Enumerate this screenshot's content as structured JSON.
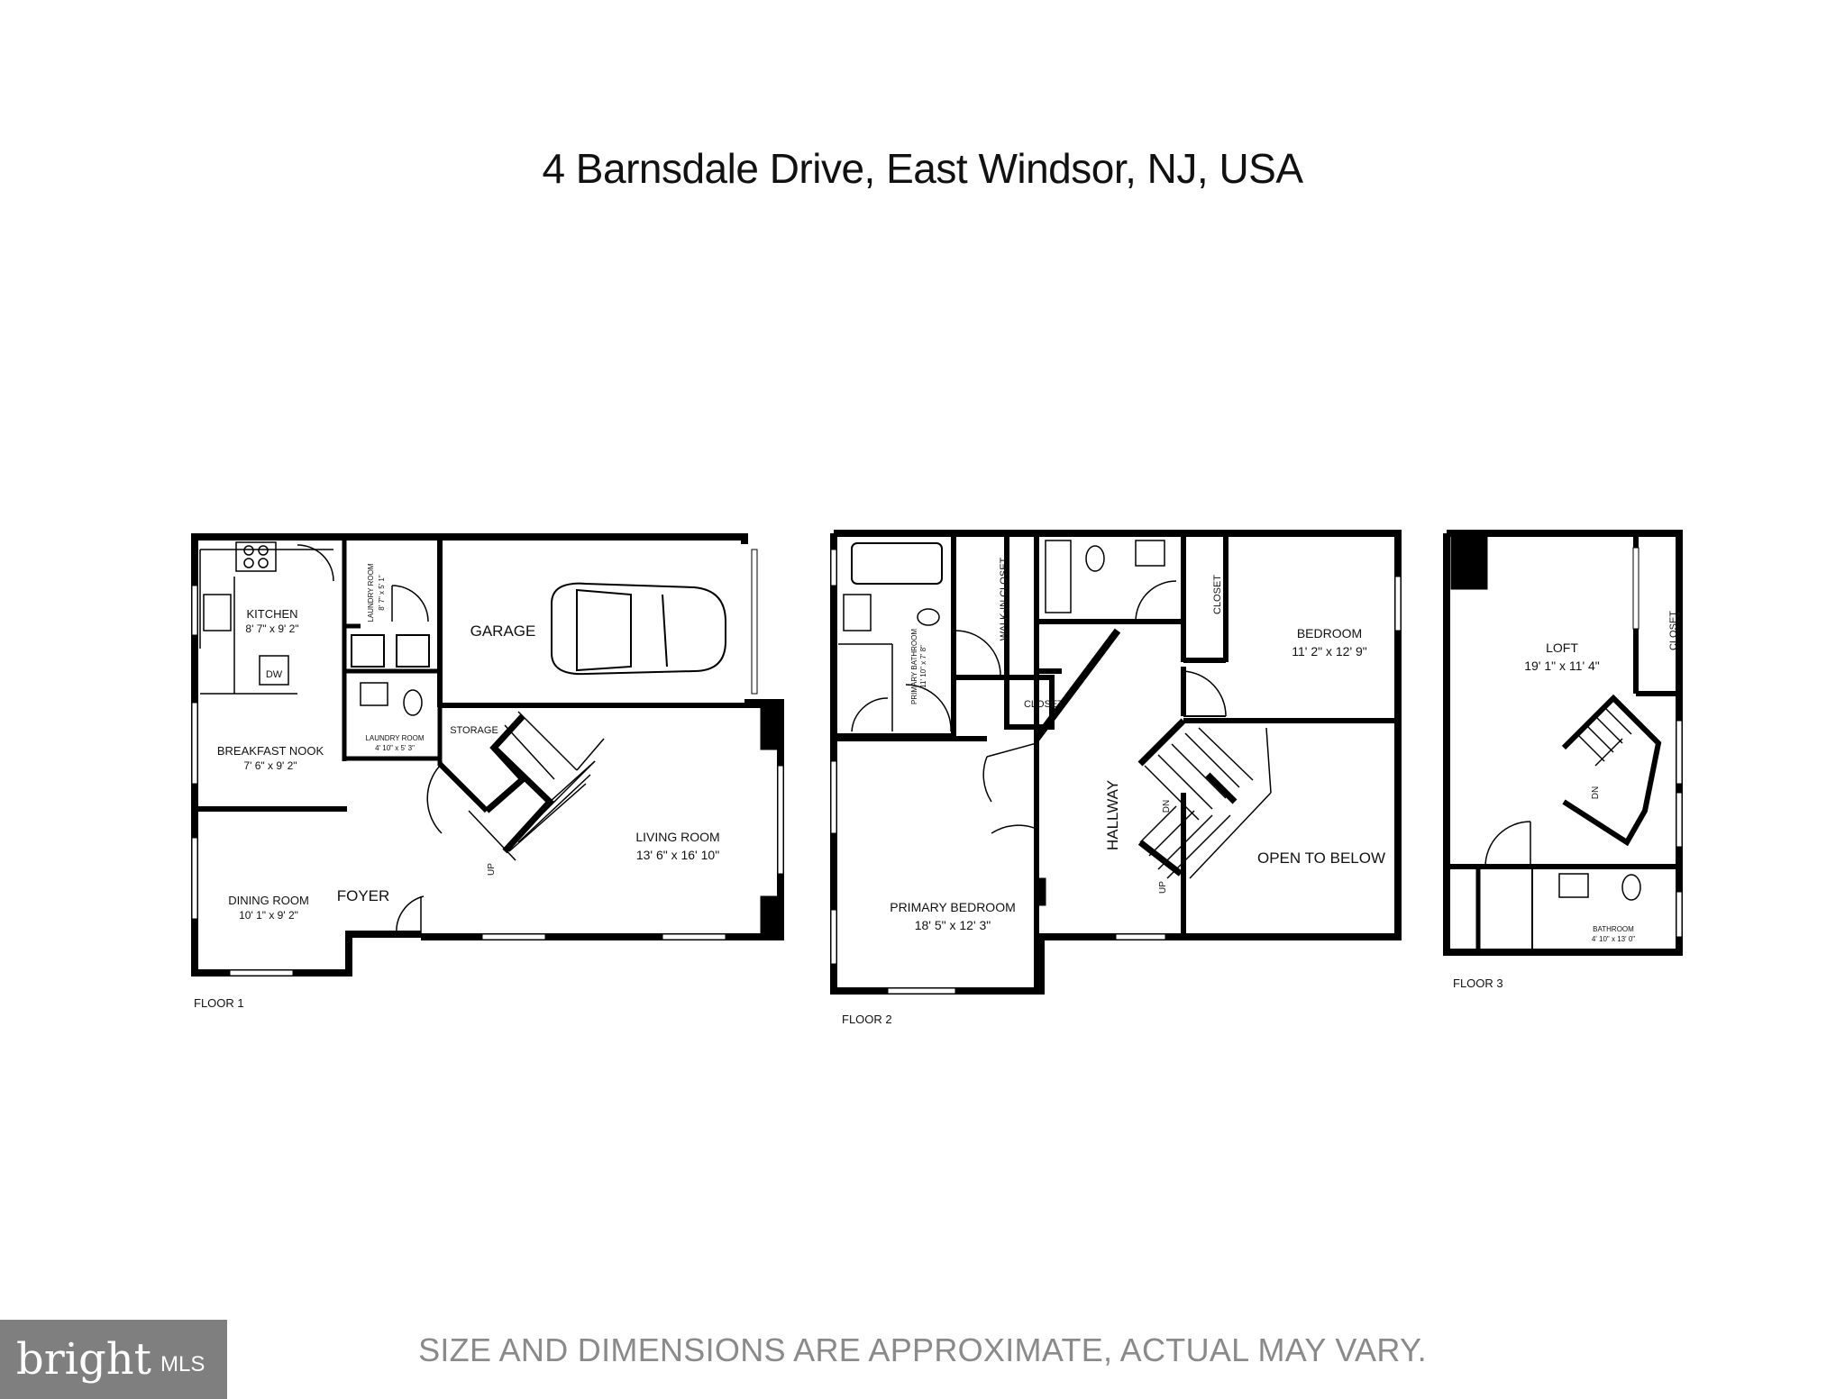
{
  "title": "4 Barnsdale Drive, East Windsor, NJ, USA",
  "disclaimer": "SIZE AND DIMENSIONS ARE APPROXIMATE, ACTUAL MAY VARY.",
  "logo": {
    "brand": "bright",
    "suffix": "MLS",
    "color": "#7f7f7f"
  },
  "floor1": {
    "label": "FLOOR 1",
    "rooms": {
      "kitchen": {
        "name": "KITCHEN",
        "dims": "8' 7\" x 9' 2\""
      },
      "dw": "DW",
      "laundry_top": {
        "name": "LAUNDRY ROOM",
        "dims": "8' 7\" x 5' 1\""
      },
      "garage": {
        "name": "GARAGE"
      },
      "laundry_small": {
        "name": "LAUNDRY ROOM",
        "dims": "4' 10\" x 5' 3\""
      },
      "storage": {
        "name": "STORAGE"
      },
      "breakfast": {
        "name": "BREAKFAST NOOK",
        "dims": "7' 6\" x 9' 2\""
      },
      "living": {
        "name": "LIVING ROOM",
        "dims": "13' 6\" x 16' 10\""
      },
      "dining": {
        "name": "DINING ROOM",
        "dims": "10' 1\" x 9' 2\""
      },
      "foyer": {
        "name": "FOYER"
      },
      "up": "UP"
    }
  },
  "floor2": {
    "label": "FLOOR 2",
    "rooms": {
      "primary_bath": {
        "name": "PRIMARY BATHROOM",
        "dims": "11' 10\" x 7' 8\""
      },
      "walkin": {
        "name": "WALK-IN CLOSET"
      },
      "closet_small": {
        "name": "CLOSET"
      },
      "closet_right": {
        "name": "CLOSET"
      },
      "bedroom": {
        "name": "BEDROOM",
        "dims": "11' 2\" x 12' 9\""
      },
      "hallway": {
        "name": "HALLWAY"
      },
      "primary_bed": {
        "name": "PRIMARY BEDROOM",
        "dims": "18' 5\" x 12' 3\""
      },
      "open_below": {
        "name": "OPEN TO BELOW"
      },
      "dn": "DN",
      "up": "UP"
    }
  },
  "floor3": {
    "label": "FLOOR 3",
    "rooms": {
      "loft": {
        "name": "LOFT",
        "dims": "19' 1\" x 11' 4\""
      },
      "closet": {
        "name": "CLOSET"
      },
      "bathroom": {
        "name": "BATHROOM",
        "dims": "4' 10\" x 13' 0\""
      },
      "dn": "DN"
    }
  }
}
